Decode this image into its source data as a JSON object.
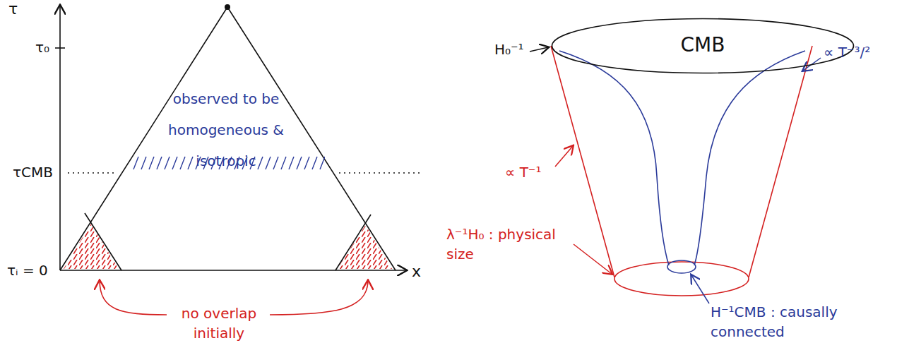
{
  "diagram": {
    "nodes": [
      {
        "text": [
          "CMB"
        ]
      }
    ],
    "labels": [
      "τ",
      "τ₀",
      "observed to be homogeneous & isotropic",
      "τCMB",
      "τᵢ = 0",
      "x",
      "no overlap initially",
      "H₀⁻¹",
      "∝ T⁻³/²",
      "∝ T⁻¹",
      "λ⁻¹H₀ : physical size",
      "H⁻¹CMB : causally connected"
    ]
  }
}
